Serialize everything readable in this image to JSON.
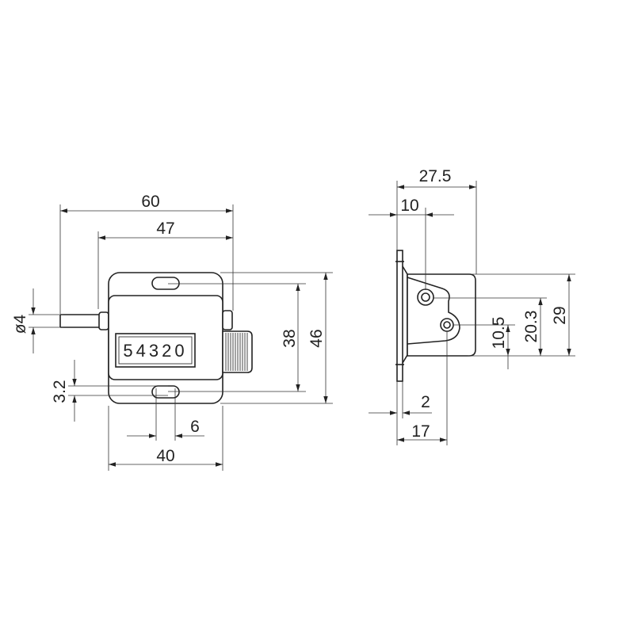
{
  "front_view": {
    "dim_width_overall": "60",
    "dim_width_mount": "47",
    "dim_shaft_diameter": "ø4",
    "dim_slot_height": "3.2",
    "dim_slot_width": "6",
    "dim_body_width": "40",
    "dim_hole_pitch": "38",
    "dim_height": "46",
    "counter_digits": "54320"
  },
  "side_view": {
    "dim_depth": "27.5",
    "dim_pivot_offset": "10",
    "dim_flange_thickness": "2",
    "dim_hole_offset": "17",
    "dim_hole_lower": "10.5",
    "dim_hole_upper": "20.3",
    "dim_body_height": "29"
  }
}
